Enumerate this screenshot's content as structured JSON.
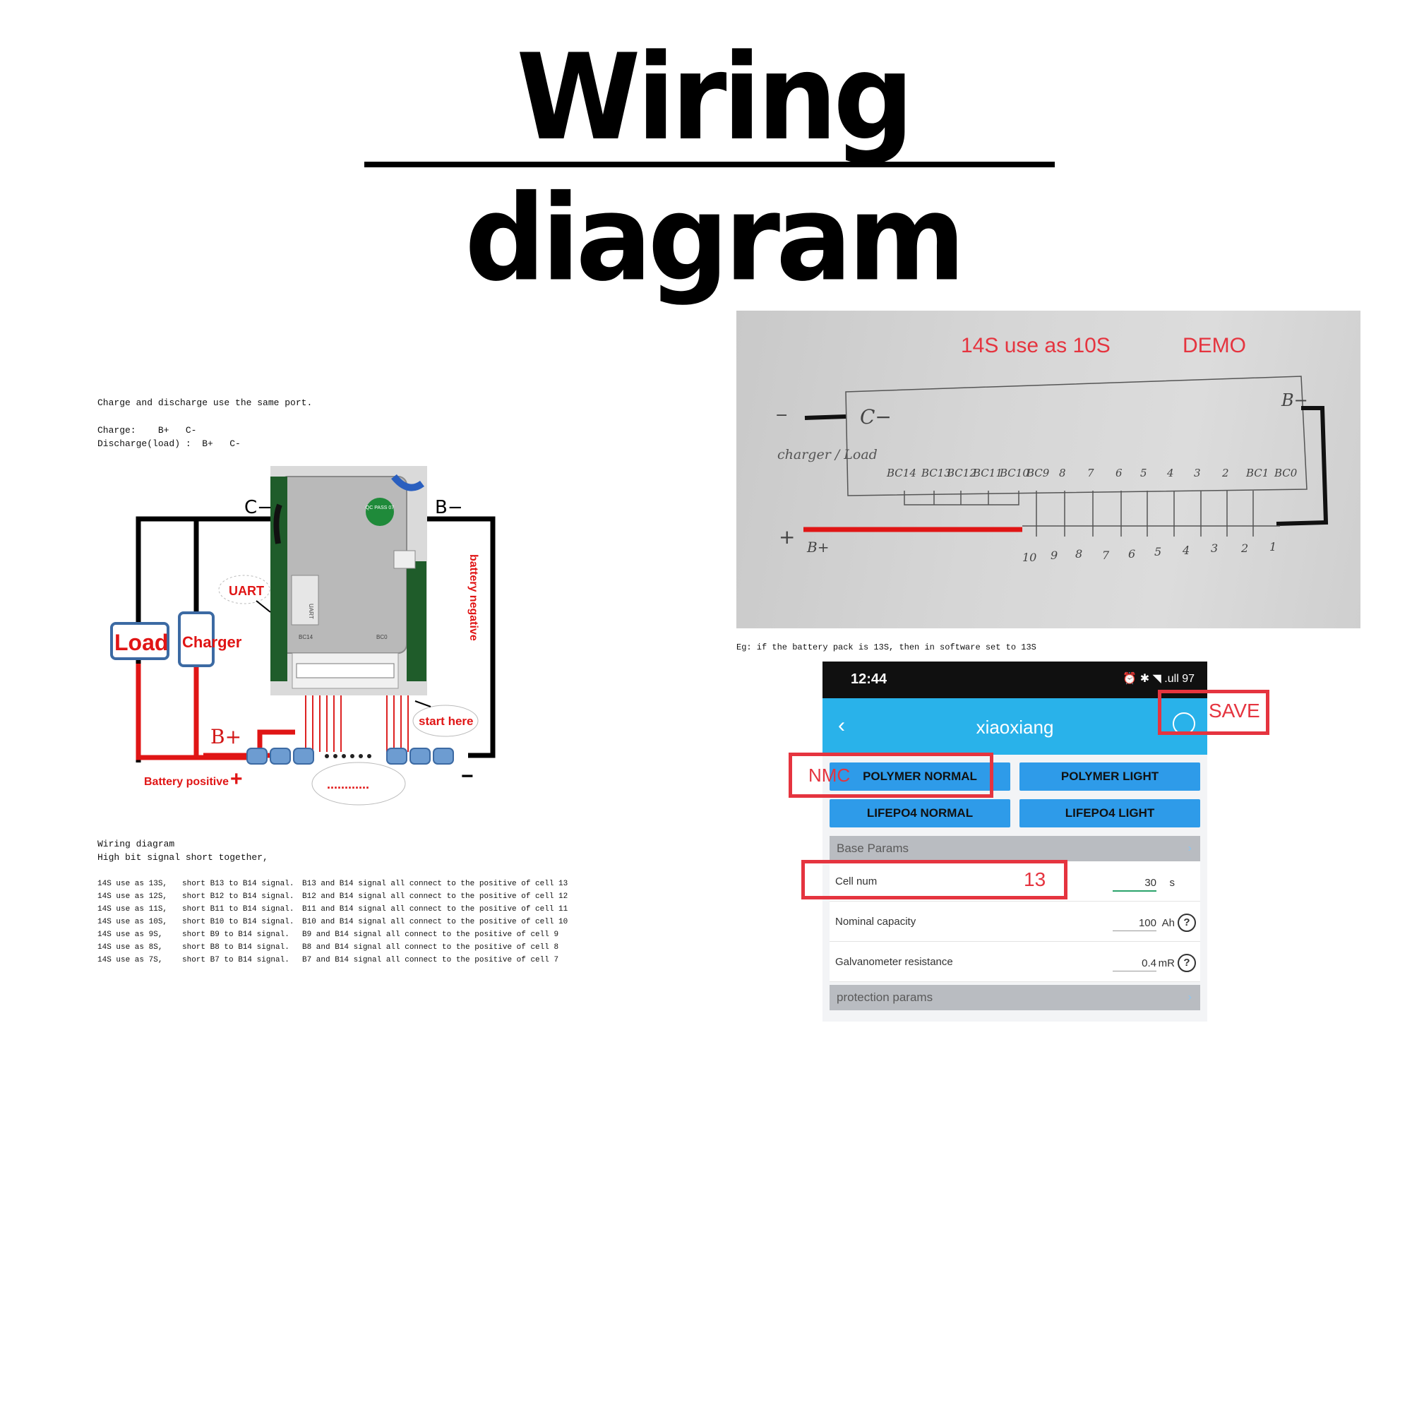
{
  "title": "Wiring diagram",
  "left_notes": {
    "intro": "Charge and discharge use the same port.",
    "charge": "Charge:    B+   C-",
    "discharge": "Discharge(load) :  B+   C-"
  },
  "bms_labels": {
    "c_minus": "C−",
    "b_minus": "B−",
    "b_plus": "B+",
    "uart": "UART",
    "load": "Load",
    "charger": "Charger",
    "battery_negative": "battery negative",
    "battery_positive": "Battery positive",
    "start_here": "start here",
    "plus_sign": "+",
    "minus_sign": "−",
    "dots": "............",
    "qc_badge": "QC PASS 07",
    "bc14": "BC14",
    "bc0": "BC0",
    "uart_port": "UART"
  },
  "wiring_notes": {
    "title": "Wiring diagram",
    "subtitle": "High bit signal short together,",
    "rules": [
      {
        "case": "14S use as 13S,",
        "short": "short B13 to B14 signal.",
        "connect": "B13 and B14 signal all connect to the positive of cell 13"
      },
      {
        "case": "14S use as 12S,",
        "short": "short B12 to B14 signal.",
        "connect": "B12 and B14 signal all connect to the positive of cell 12"
      },
      {
        "case": "14S use as 11S,",
        "short": "short B11 to B14 signal.",
        "connect": "B11 and B14 signal all connect to the positive of cell 11"
      },
      {
        "case": "14S use as 10S,",
        "short": "short B10 to B14 signal.",
        "connect": "B10 and B14 signal all connect to the positive of cell 10"
      },
      {
        "case": "14S use as 9S,",
        "short": "short B9 to B14 signal.",
        "connect": "B9 and B14 signal all connect to the positive of cell 9"
      },
      {
        "case": "14S use as 8S,",
        "short": "short B8 to B14 signal.",
        "connect": "B8 and B14 signal all connect to the positive of cell 8"
      },
      {
        "case": "14S use as 7S,",
        "short": "short B7 to B14 signal.",
        "connect": "B7 and B14 signal all connect to the positive of cell 7"
      }
    ]
  },
  "demo_photo": {
    "heading": "14S use as 10S",
    "tag": "DEMO",
    "c_minus": "C−",
    "b_minus": "B−",
    "b_plus": "B+",
    "charger_load": "charger / Load",
    "minus": "−",
    "plus": "+",
    "top_labels": [
      "BC14",
      "BC13",
      "BC12",
      "BC11",
      "BC10",
      "BC9",
      "8",
      "7",
      "6",
      "5",
      "4",
      "3",
      "2",
      "BC1",
      "BC0"
    ],
    "cell_numbers": [
      "10",
      "9",
      "8",
      "7",
      "6",
      "5",
      "4",
      "3",
      "2",
      "1"
    ]
  },
  "example_note": "Eg: if the battery pack is 13S,   then in software set to 13S",
  "phone": {
    "time": "12:44",
    "status_icons": "⏰ ✱ ◥ .ull 97",
    "app_title": "xiaoxiang",
    "save": "SAVE",
    "modes": [
      "POLYMER NORMAL",
      "POLYMER LIGHT",
      "LIFEPO4 NORMAL",
      "LIFEPO4 LIGHT"
    ],
    "base_section": "Base Params",
    "protection_section": "protection params",
    "params": [
      {
        "label": "Cell num",
        "value": "30",
        "unit": "s"
      },
      {
        "label": "Nominal capacity",
        "value": "100",
        "unit": "Ah"
      },
      {
        "label": "Galvanometer resistance",
        "value": "0.4",
        "unit": "mR"
      }
    ],
    "annotations": {
      "nmc": "NMC",
      "cell_value": "13"
    },
    "colors": {
      "app_bar": "#29b2ea",
      "button": "#2e9be9",
      "annotation": "#e5343f"
    }
  }
}
